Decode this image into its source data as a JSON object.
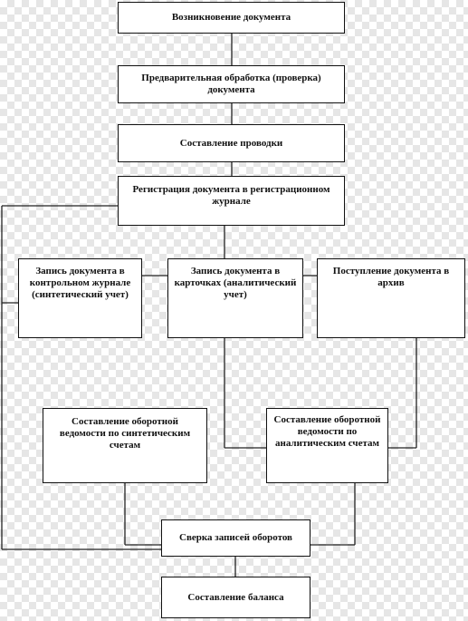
{
  "diagram": {
    "nodes": {
      "origin": "Возникновение документа",
      "preprocessing": "Предварительная обработка (проверка) документа",
      "posting": "Составление проводки",
      "registration": "Регистрация документа в регистрационном журнале",
      "synthetic_journal": "Запись документа в контрольном журнале (синтетический учет)",
      "analytic_cards": "Запись документа в карточках (аналитический учет)",
      "archive": "Поступление документа в архив",
      "synthetic_turnover": "Составление оборотной ведомости по синтетическим счетам",
      "analytic_turnover": "Составление оборотной ведомости по аналитическим счетам",
      "reconciliation": "Сверка записей оборотов",
      "balance": "Составление баланса"
    },
    "colors": {
      "background": "#ffffff",
      "checker": "#e6e6e6",
      "border": "#111111",
      "line": "#222222"
    }
  }
}
